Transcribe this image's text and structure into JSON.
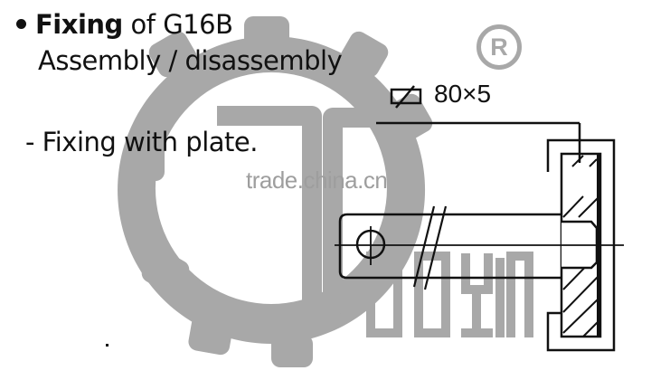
{
  "heading": {
    "bold_word": "Fixing",
    "rest": " of  G16B",
    "line2": "Assembly / disassembly"
  },
  "subtitle": "- Fixing with plate.",
  "dimension_label": "80×5",
  "dimension_symbol": "flat-bar-section-icon",
  "watermark": {
    "site": "trade.china.cn",
    "brand_letters": "TOOXIN",
    "registered_mark": "R",
    "color": "#a8a8a8"
  },
  "colors": {
    "ink": "#111111",
    "watermark_gray": "#a8a8a8",
    "background": "#ffffff"
  }
}
